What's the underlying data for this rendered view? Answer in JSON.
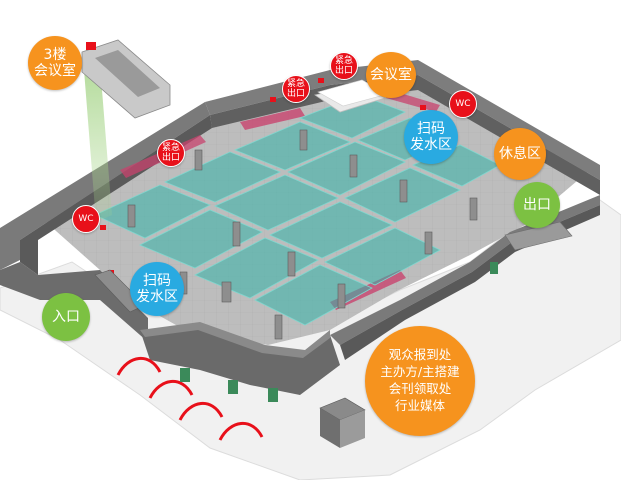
{
  "colors": {
    "red": "#e8101a",
    "orange": "#f6931e",
    "blue": "#29aae1",
    "green": "#7cc142",
    "wall_top": "#7a7a7a",
    "wall_side": "#5b5b5b",
    "floor": "#b9b9b9",
    "booth": "#33b3a8",
    "carpet": "#c8436e"
  },
  "labels": {
    "meeting_3f": "3楼\n会议室",
    "emergency_1": "紧急\n出口",
    "emergency_2": "紧急\n出口",
    "emergency_3": "紧急\n出口",
    "meeting_room": "会议室",
    "wc_right": "WC",
    "wc_left": "WC",
    "scan_water_top": "扫码\n发水区",
    "rest_area": "休息区",
    "exit": "出口",
    "scan_water_bottom": "扫码\n发水区",
    "entrance": "入口",
    "registration": "观众报到处\n主办方/主搭建\n会刊领取处\n行业媒体"
  }
}
